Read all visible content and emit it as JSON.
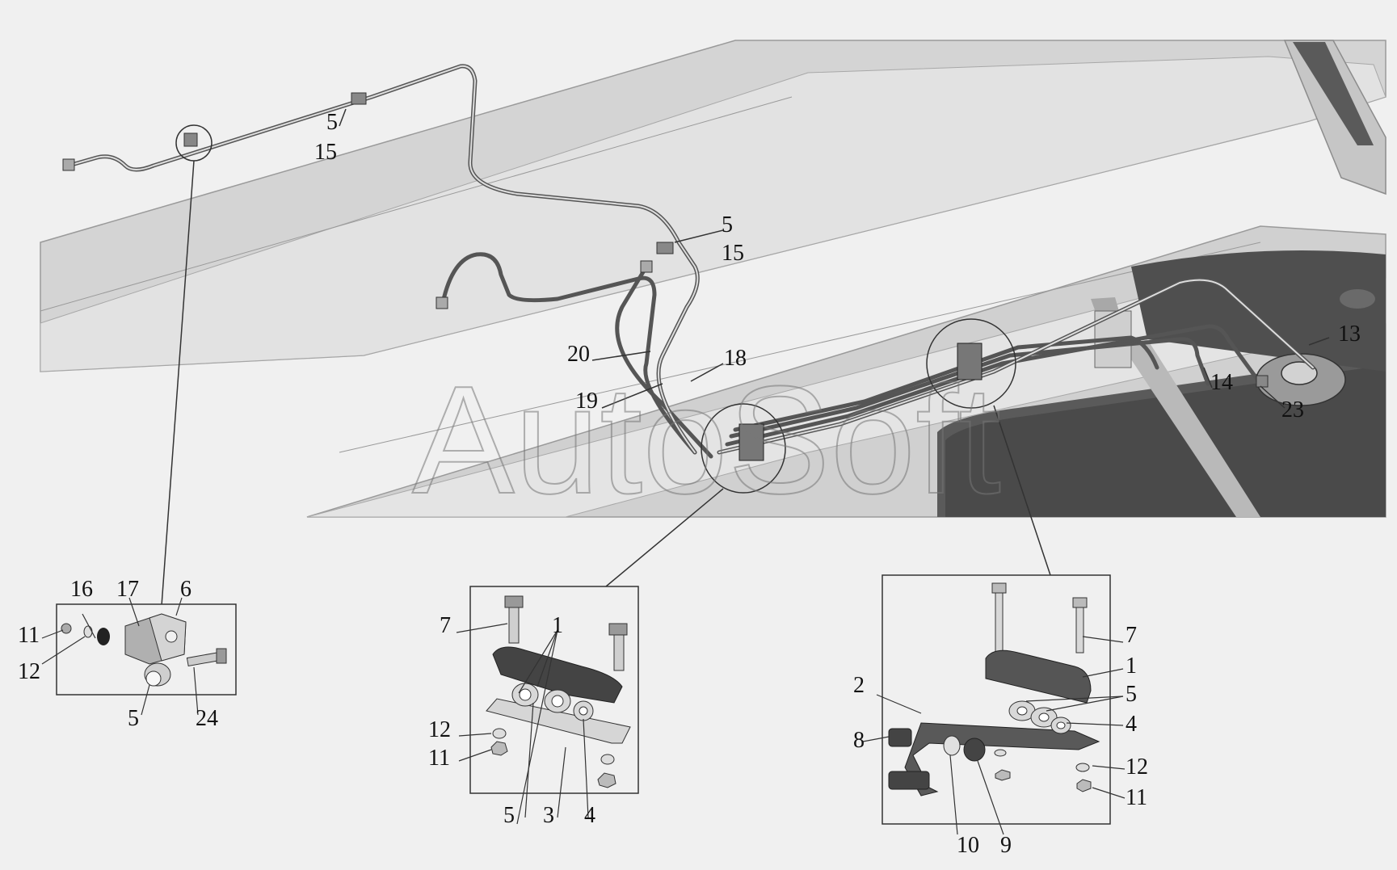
{
  "watermark": "AutoSoft",
  "colors": {
    "background": "#f0f0f0",
    "frame": "#d2d2d2",
    "tank": "#4a4a4a",
    "line": "#222222"
  },
  "callouts_main": {
    "c5a": "5",
    "c15a": "15",
    "c5b": "5",
    "c15b": "15",
    "c20": "20",
    "c19": "19",
    "c18": "18",
    "c13": "13",
    "c14": "14",
    "c23": "23"
  },
  "inset_left": {
    "c16": "16",
    "c17": "17",
    "c6": "6",
    "c11": "11",
    "c12": "12",
    "c5": "5",
    "c24": "24"
  },
  "inset_center": {
    "c7": "7",
    "c1": "1",
    "c12": "12",
    "c11": "11",
    "c5": "5",
    "c3": "3",
    "c4": "4"
  },
  "inset_right": {
    "c7": "7",
    "c1": "1",
    "c2": "2",
    "c5": "5",
    "c4": "4",
    "c8": "8",
    "c12": "12",
    "c11": "11",
    "c10": "10",
    "c9": "9"
  }
}
